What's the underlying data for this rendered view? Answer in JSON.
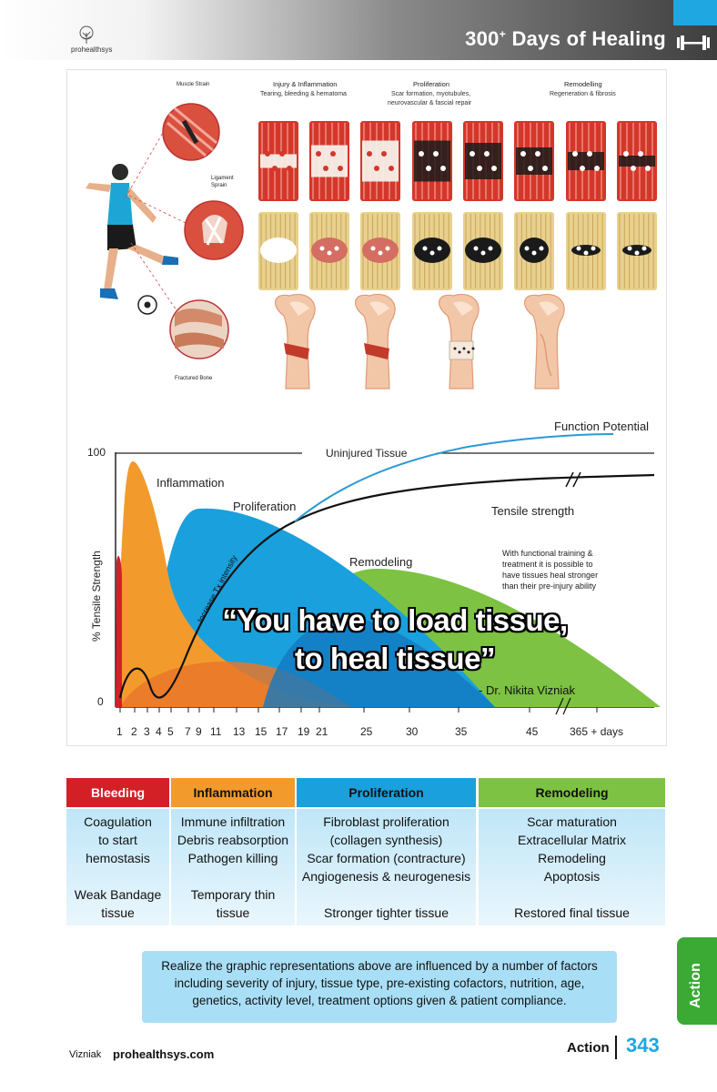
{
  "header": {
    "title_main": "300",
    "title_sup": "+",
    "title_rest": " Days of Healing",
    "logo_text": "prohealthsys"
  },
  "figure": {
    "labels": {
      "muscle": "Muscle Strain",
      "ligament_1": "Ligament",
      "ligament_2": "Sprain",
      "bone": "Fractured Bone"
    },
    "stages": [
      {
        "title": "Injury & Inflammation",
        "sub1": "Tearing, bleeding & hematoma",
        "sub2": ""
      },
      {
        "title": "Proliferation",
        "sub1": "Scar formation, myotubules,",
        "sub2": "neurovascular & fascial repair"
      },
      {
        "title": "Remodelling",
        "sub1": "Regeneration & fibrosis",
        "sub2": ""
      }
    ]
  },
  "chart_data": {
    "type": "area",
    "ylabel": "% Tensile Strength",
    "ylim": [
      0,
      100
    ],
    "y_ticks": [
      "0",
      "100"
    ],
    "x_ticks": [
      "1",
      "2",
      "3",
      "4",
      "5",
      "7",
      "9",
      "11",
      "13",
      "15",
      "17",
      "19",
      "21",
      "25",
      "30",
      "35",
      "45",
      "365 + days"
    ],
    "series": [
      {
        "name": "Inflammation",
        "color": "#f39a2d",
        "peak_x": "2",
        "peak_y": 96
      },
      {
        "name": "Proliferation",
        "color": "#1aa0dc",
        "peak_x": "5-7",
        "peak_y": 78
      },
      {
        "name": "Remodeling",
        "color": "#7dc242",
        "peak_x": "21-25",
        "peak_y": 53
      },
      {
        "name": "Tensile strength",
        "color": "#111111"
      },
      {
        "name": "Function Potential",
        "color": "#2a9ad6"
      }
    ],
    "annotations": {
      "uninjured": "Uninjured Tissue",
      "intensity": "Increase Tx intensity",
      "note_1": "With functional training &",
      "note_2": "treatment it is possible to",
      "note_3": "have tissues heal stronger",
      "note_4": "than their pre-injury ability",
      "quote_1": "“You have to load tissue,",
      "quote_2": "to heal tissue”",
      "attribution": "- Dr. Nikita Vizniak"
    }
  },
  "table": {
    "columns": [
      {
        "header": "Bleeding",
        "color": "#d32027",
        "text_color": "#ffffff",
        "lines": [
          "Coagulation",
          "to start",
          "hemostasis",
          "",
          "Weak Bandage",
          "tissue"
        ]
      },
      {
        "header": "Inflammation",
        "color": "#f39a2d",
        "text_color": "#111111",
        "lines": [
          "Immune infiltration",
          "Debris reabsorption",
          "Pathogen killing",
          "",
          "Temporary thin",
          "tissue"
        ]
      },
      {
        "header": "Proliferation",
        "color": "#1aa0dc",
        "text_color": "#111111",
        "lines": [
          "Fibroblast proliferation",
          "(collagen synthesis)",
          "Scar formation (contracture)",
          "Angiogenesis & neurogenesis",
          "",
          "Stronger tighter tissue"
        ]
      },
      {
        "header": "Remodeling",
        "color": "#7dc242",
        "text_color": "#111111",
        "lines": [
          "Scar maturation",
          "Extracellular Matrix",
          "Remodeling",
          "Apoptosis",
          "",
          "Restored final tissue"
        ]
      }
    ]
  },
  "note": {
    "line1": "Realize the graphic representations above are influenced by a number of factors",
    "line2": "including severity of injury, tissue type, pre-existing cofactors, nutrition, age,",
    "line3": "genetics, activity level, treatment options given & patient compliance."
  },
  "side_tab": "Action",
  "footer": {
    "author": "Vizniak",
    "site": "prohealthsys.com",
    "section": "Action",
    "page": "343"
  }
}
